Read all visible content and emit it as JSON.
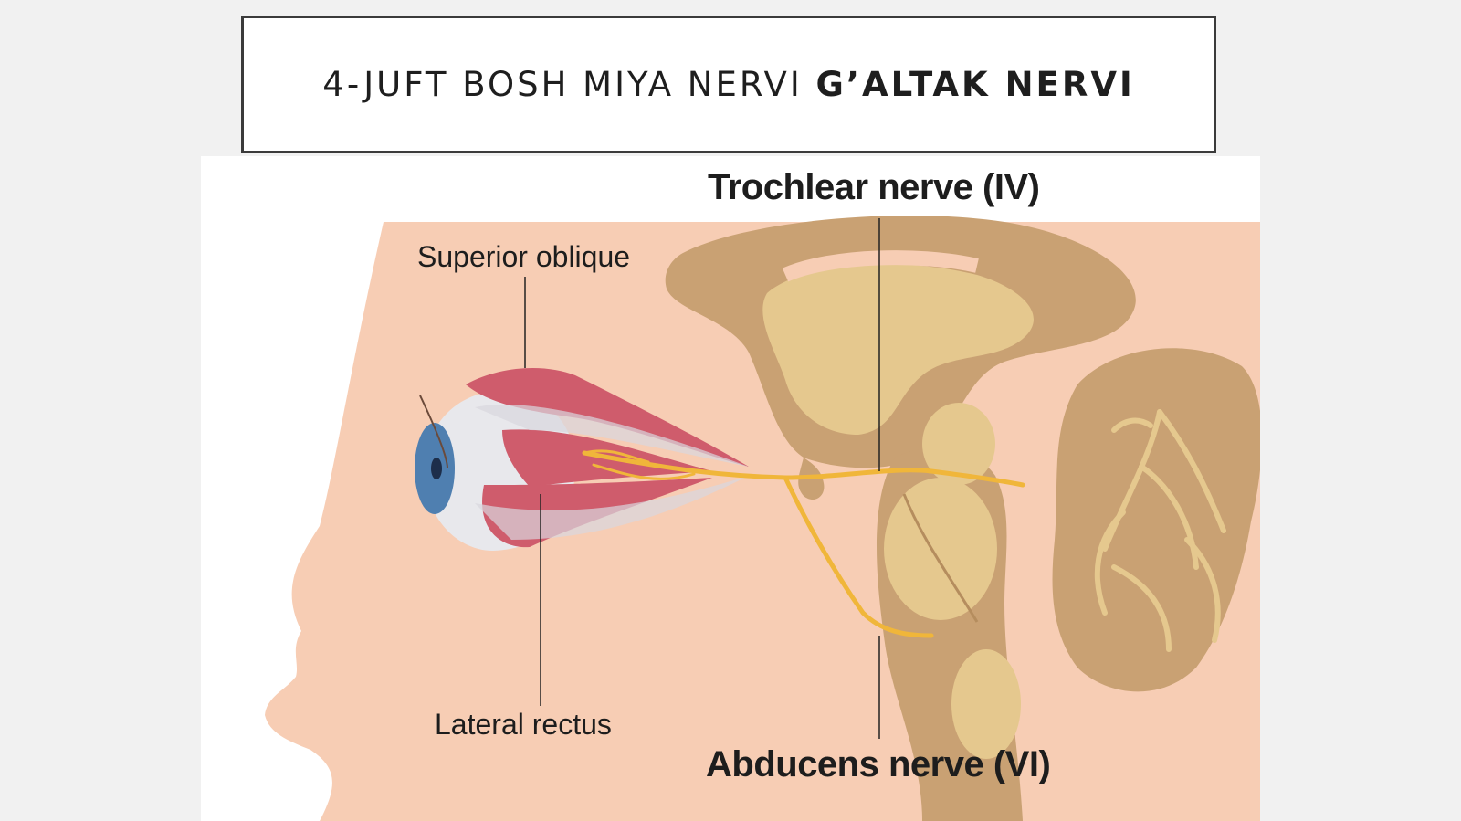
{
  "slide": {
    "title_regular": "4-JUFT BOSH MIYA NERVI ",
    "title_bold": "G’ALTAK NERVI"
  },
  "diagram": {
    "labels": {
      "trochlear": "Trochlear nerve (IV)",
      "superior_oblique": "Superior oblique",
      "lateral_rectus": "Lateral rectus",
      "abducens": "Abducens nerve (VI)"
    },
    "colors": {
      "skin": "#f7cdb4",
      "brain": "#c9a173",
      "brain_light": "#e5c88e",
      "muscle": "#cf5c6c",
      "nerve": "#f0b63a",
      "iris": "#4f7fb0"
    }
  }
}
